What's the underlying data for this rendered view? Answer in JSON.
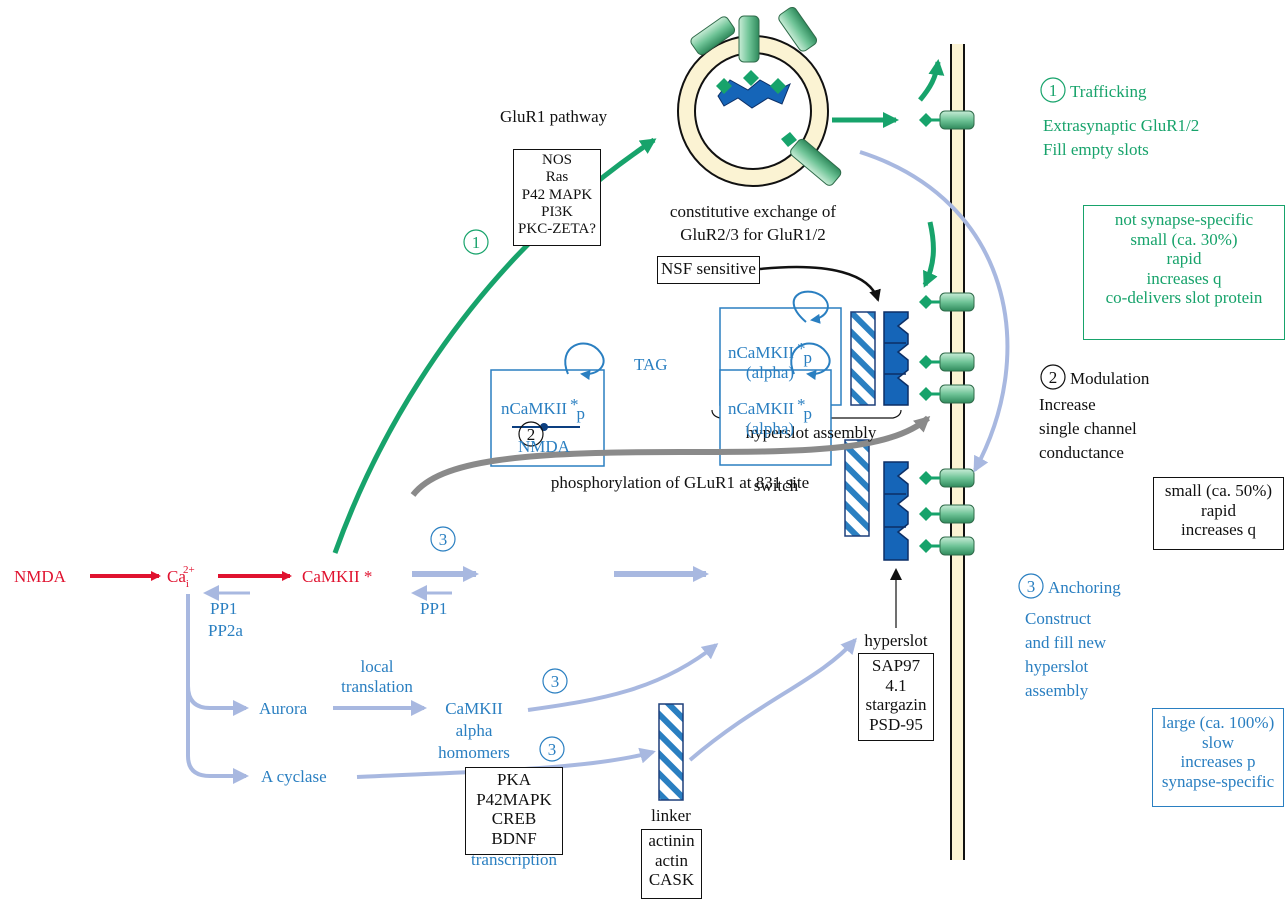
{
  "trigger": {
    "nmda": "NMDA",
    "ca": "Ca",
    "ca_sub": "i",
    "ca_sup": "2+",
    "camkii": "CaMKII *"
  },
  "phosphatases_1": [
    "PP1",
    "PP2a"
  ],
  "phosphatase_2": "PP1",
  "gluR1_pathway": "GluR1 pathway",
  "kinase_box": [
    "NOS",
    "Ras",
    "P42 MAPK",
    "PI3K",
    "PKC-ZETA?"
  ],
  "exchange": [
    "constitutive exchange of",
    "GluR2/3 for GluR1/2"
  ],
  "nsf": "NSF sensitive",
  "circled": {
    "one": "1",
    "two": "2",
    "three": "3"
  },
  "ncamkii": {
    "name": "nCaMKII",
    "star": "*",
    "p": "p",
    "alpha": "(alpha)",
    "nmda": "NMDA",
    "tag": "TAG",
    "switch": "switch"
  },
  "hyperslot_assembly": "hyperslot assembly",
  "phosphorylation": "phosphorylation of GLuR1 at 831 site",
  "local_translation": [
    "local",
    "translation"
  ],
  "aurora": "Aurora",
  "camkii_homomers": [
    "CaMKII",
    "alpha",
    "homomers"
  ],
  "a_cyclase": "A cyclase",
  "transcription_box": [
    "PKA",
    "P42MAPK",
    "CREB",
    "BDNF"
  ],
  "transcription": "transcription",
  "linker": "linker",
  "linker_box": [
    "actinin",
    "actin",
    "CASK"
  ],
  "hyperslot": "hyperslot",
  "hyperslot_box": [
    "SAP97",
    "4.1",
    "stargazin",
    "PSD-95"
  ],
  "trafficking": {
    "title": "Trafficking",
    "lines": [
      "Extrasynaptic GluR1/2",
      "Fill empty slots"
    ]
  },
  "trafficking_box": [
    "not synapse-specific",
    "small (ca. 30%)",
    "rapid",
    "increases q",
    "co-delivers slot protein"
  ],
  "modulation": {
    "title": "Modulation",
    "lines": [
      "Increase",
      "single channel",
      "conductance"
    ]
  },
  "modulation_box": [
    "small (ca. 50%)",
    "rapid",
    "increases q"
  ],
  "anchoring": {
    "title": "Anchoring",
    "lines": [
      "Construct",
      "and fill new",
      "hyperslot",
      "assembly"
    ]
  },
  "anchoring_box": [
    "large (ca. 100%)",
    "slow",
    "increases p",
    "synapse-specific"
  ],
  "colors": {
    "red": "#e0122f",
    "blue": "#2a7fc1",
    "lightblue": "#a8b8e0",
    "green": "#17a36b",
    "gray": "#8a8a8a",
    "membrane": "#fbf3d3",
    "slot": "#1565b8"
  }
}
